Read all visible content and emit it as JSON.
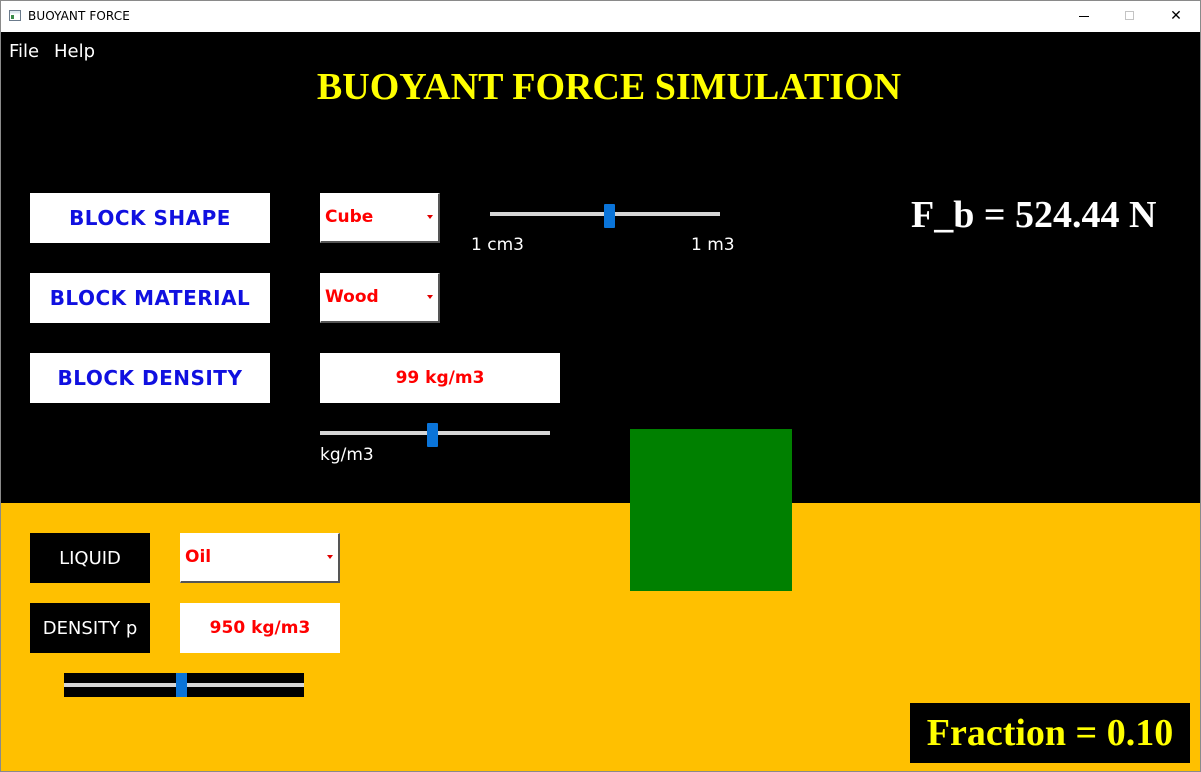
{
  "window": {
    "title": "BUOYANT FORCE"
  },
  "menu": {
    "items": [
      "File",
      "Help"
    ]
  },
  "header": {
    "title": "BUOYANT FORCE SIMULATION"
  },
  "block": {
    "shape_label": "BLOCK SHAPE",
    "material_label": "BLOCK MATERIAL",
    "density_label": "BLOCK DENSITY",
    "shape_value": "Cube",
    "material_value": "Wood",
    "density_value": "99 kg/m3",
    "volume_slider": {
      "min_label": "1 cm3",
      "max_label": "1 m3",
      "position": 0.52
    },
    "density_slider": {
      "unit_label": "kg/m3",
      "position": 0.49
    },
    "color": "#008000"
  },
  "force": {
    "text": "F_b = 524.44 N"
  },
  "liquid": {
    "label": "LIQUID",
    "value": "Oil",
    "density_label": "DENSITY p",
    "density_value": "950 kg/m3",
    "density_slider": {
      "position": 0.49
    },
    "color": "#ffc000"
  },
  "fraction": {
    "text": "Fraction = 0.10"
  },
  "colors": {
    "background": "#000000",
    "title": "#ffff00",
    "label_text": "#1010e0",
    "value_text": "#ff0000",
    "slider_thumb": "#0a74d9"
  }
}
